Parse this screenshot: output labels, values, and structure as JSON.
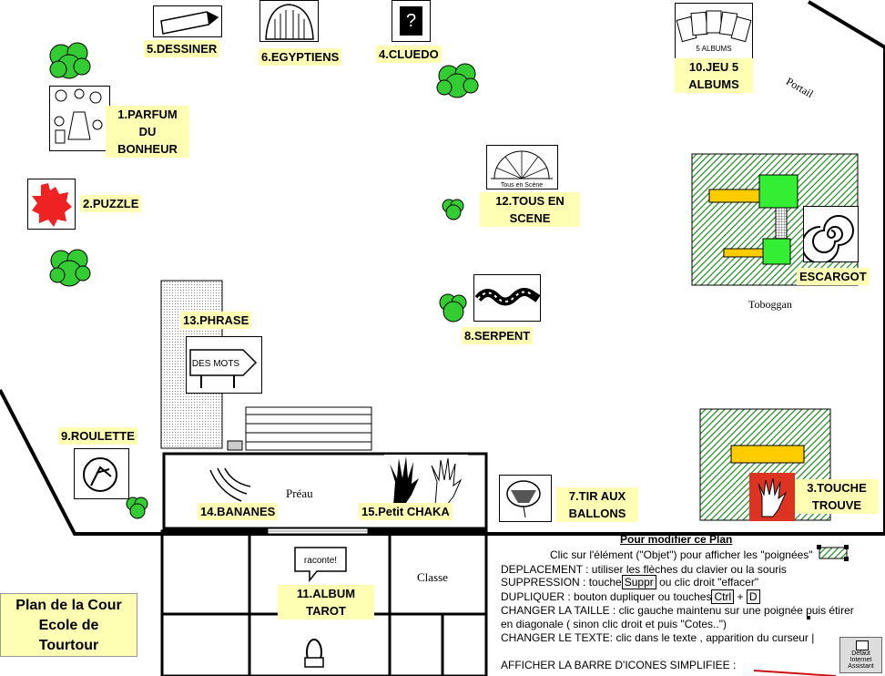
{
  "title": {
    "line1": "Plan de la Cour",
    "line2": "Ecole de",
    "line3": "Tourtour"
  },
  "labels": {
    "dessiner": "5.DESSINER",
    "egyptiens": "6.EGYPTIENS",
    "cluedo": "4.CLUEDO",
    "jeu5_1": "10.JEU 5",
    "jeu5_2": "ALBUMS",
    "parfum_1": "1.PARFUM",
    "parfum_2": "DU",
    "parfum_3": "BONHEUR",
    "puzzle": "2.PUZZLE",
    "tous_1": "12.TOUS  EN",
    "tous_2": "SCENE",
    "escargot": "ESCARGOT",
    "phrase": "13.PHRASE",
    "serpent": "8.SERPENT",
    "roulette": "9.ROULETTE",
    "bananes": "14.BANANES",
    "chaka": "15.Petit CHAKA",
    "tir_1": "7.TIR AUX",
    "tir_2": "BALLONS",
    "touche_1": "3.TOUCHE",
    "touche_2": "TROUVE",
    "album_1": "11.ALBUM",
    "album_2": "TAROT"
  },
  "map_text": {
    "portail": "Portail",
    "toboggan": "Toboggan",
    "preau": "Préau",
    "classe": "Classe",
    "des_mots": "DES MOTS",
    "raconte": "raconte!",
    "cluedo_q": "?",
    "jeu5_card": "5 ALBUMS",
    "tous_mini": "Tous en Scène"
  },
  "instructions": {
    "header": "Pour modifier ce Plan",
    "line1": "Clic sur l'élément (\"Objet\") pour afficher les \"poignées\"",
    "line2": "DEPLACEMENT : utiliser les  flèches du clavier ou la souris",
    "line3a": "SUPPRESSION :  touche",
    "line3_key": "Suppr",
    "line3b": " ou clic droit \"effacer\"",
    "line4a": "DUPLIQUER :   bouton dupliquer ou touches",
    "line4_key1": "Ctrl",
    "line4_mid": "  +",
    "line4_key2": "D",
    "line5": "CHANGER LA TAILLE : clic gauche maintenu sur une poignée      puis étirer",
    "line6": "en diagonale  ( sinon clic droit  et puis \"Cotes..\")",
    "line7": "CHANGER LE TEXTE:  clic dans le texte , apparition du curseur |",
    "line8": "AFFICHER LA BARRE D'ICONES SIMPLIFIEE :"
  },
  "toolbar_icon": {
    "line1": "Défaut",
    "line2": "Internet",
    "line3": "Assistant"
  },
  "colors": {
    "label_bg": "#ffffb4",
    "hatch_green": "#1a8a1a",
    "tree_green": "#33cc33",
    "puzzle_red": "#ee2222"
  }
}
